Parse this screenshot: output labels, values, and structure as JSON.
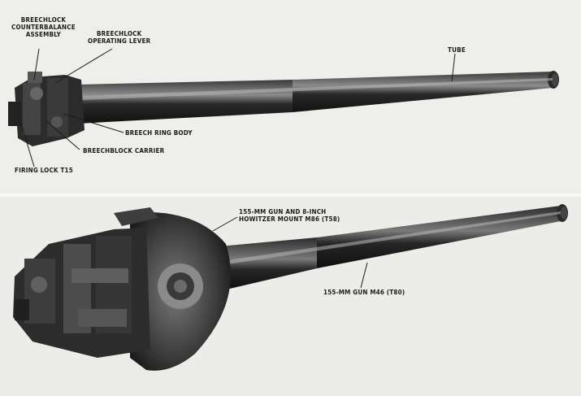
{
  "colors": {
    "background": "#eeeeea",
    "metal_dark": "#1e1e1e",
    "metal_mid": "#4a4a4a",
    "highlight": "#9a9a9a",
    "text": "#1c1c1c"
  },
  "top_figure": {
    "labels": {
      "counterbalance": [
        "BREECHLOCK",
        "COUNTERBALANCE",
        "ASSEMBLY"
      ],
      "operating_lever": [
        "BREECHLOCK",
        "OPERATING LEVER"
      ],
      "tube": "TUBE",
      "ring_body": "BREECH RING BODY",
      "carrier": "BREECHBLOCK CARRIER",
      "firing_lock": "FIRING LOCK T15"
    }
  },
  "bottom_figure": {
    "labels": {
      "mount": [
        "155-MM GUN AND 8-INCH",
        "HOWITZER MOUNT M86 (T58)"
      ],
      "gun": "155-MM GUN M46 (T80)"
    }
  }
}
